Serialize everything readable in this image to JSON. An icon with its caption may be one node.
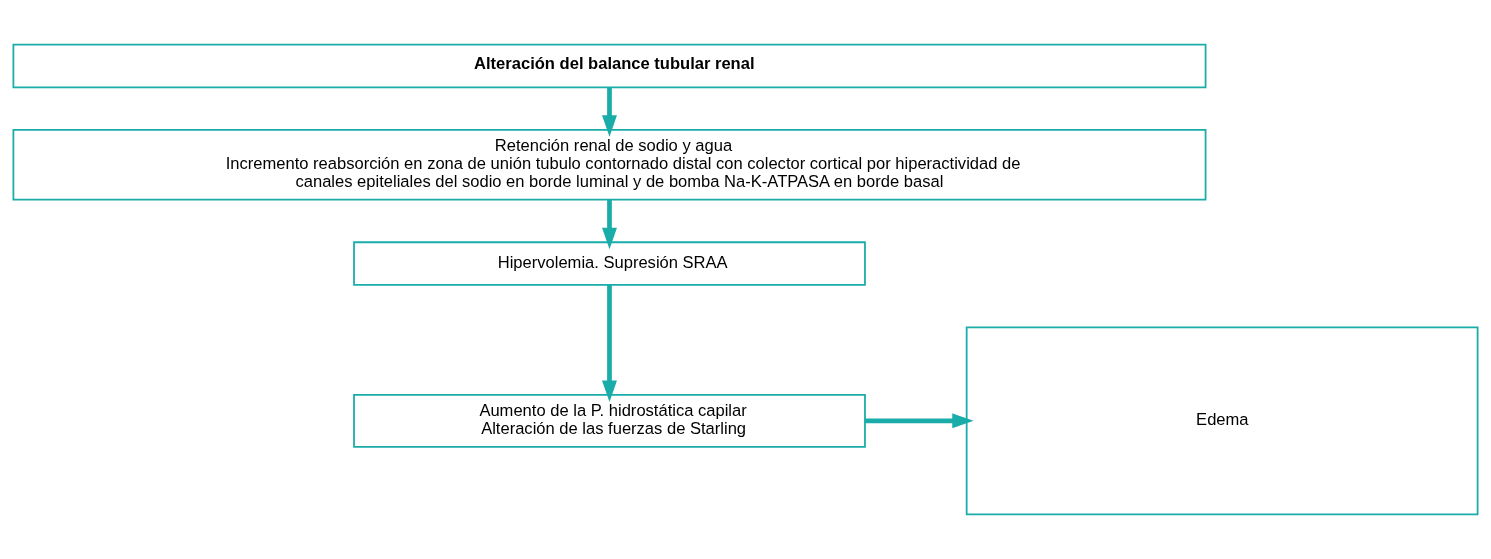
{
  "diagram": {
    "nodes": [
      {
        "text": [
          "Alteración del balance tubular renal"
        ]
      },
      {
        "text": [
          "Retención renal de sodio y agua",
          "Incremento reabsorción en zona de unión tubulo contornado distal con colector cortical por hiperactividad de canales epiteliales del sodio en borde luminal y de bomba Na-K-ATPASA en borde basal"
        ]
      },
      {
        "text": [
          "Hipervolemia. Supresión SRAA"
        ]
      },
      {
        "text": [
          "Aumento de la P. hidrostática capilar",
          "Alteración de las fuerzas de Starling"
        ]
      },
      {
        "text": [
          "Edema"
        ]
      }
    ],
    "edges": [
      {
        "from": 0,
        "to": 1,
        "arrow": "to"
      },
      {
        "from": 1,
        "to": 2,
        "arrow": "to"
      },
      {
        "from": 2,
        "to": 3,
        "arrow": "to"
      },
      {
        "from": 3,
        "to": 4,
        "arrow": "to"
      }
    ]
  }
}
